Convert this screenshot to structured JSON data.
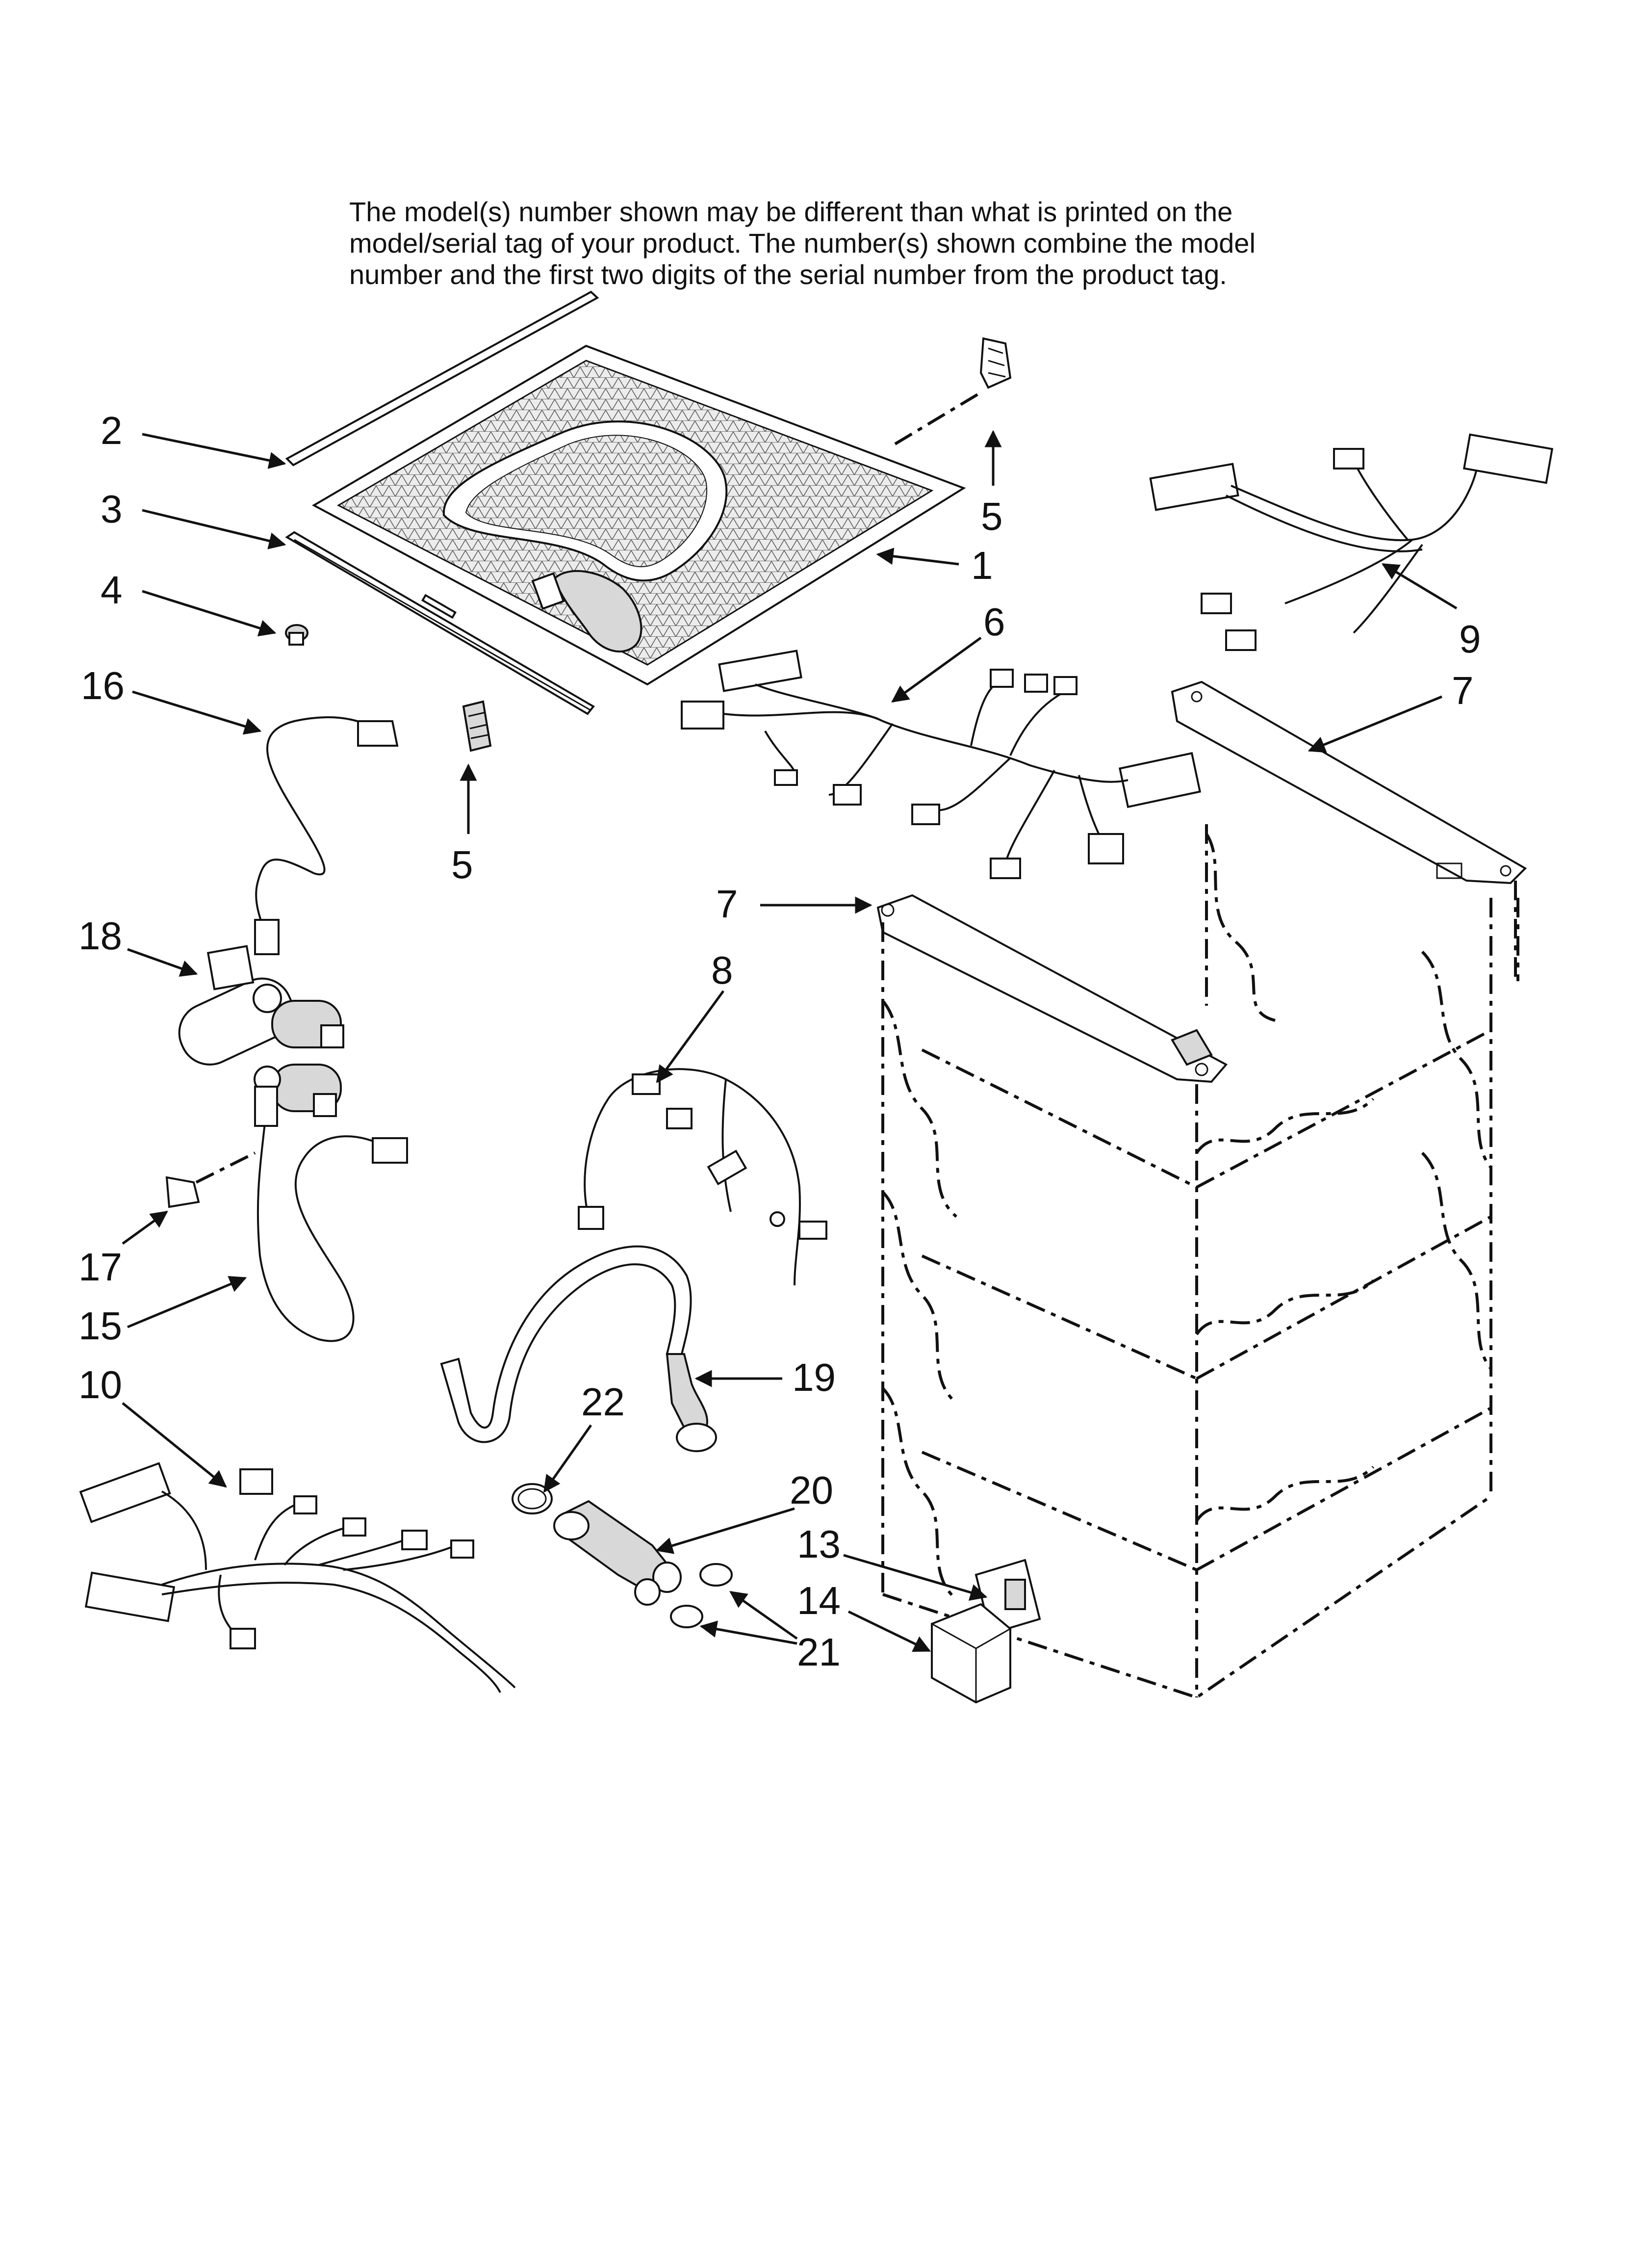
{
  "note": {
    "line1": "The model(s) number shown may be different than what is printed on the",
    "line2": "model/serial tag of your product. The number(s) shown combine the model",
    "line3": "number and the first two digits of the serial number from the product tag."
  },
  "callouts": {
    "c1": "1",
    "c2": "2",
    "c3": "3",
    "c4": "4",
    "c5a": "5",
    "c5b": "5",
    "c6": "6",
    "c7a": "7",
    "c7b": "7",
    "c8": "8",
    "c9": "9",
    "c10": "10",
    "c13": "13",
    "c14": "14",
    "c15": "15",
    "c16": "16",
    "c17": "17",
    "c18": "18",
    "c19": "19",
    "c20": "20",
    "c21": "21",
    "c22": "22"
  }
}
